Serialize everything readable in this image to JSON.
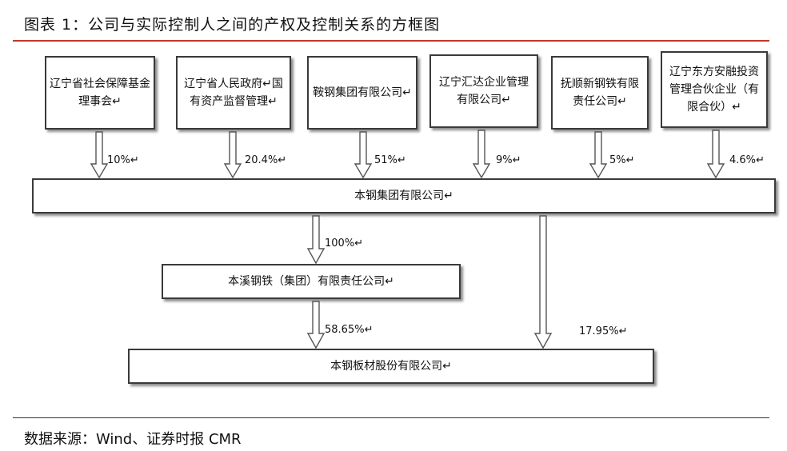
{
  "header": {
    "title": "图表 1：公司与实际控制人之间的产权及控制关系的方框图"
  },
  "shareholders": [
    {
      "name": "辽宁省社会保障基金理事会↵",
      "pct": "10%↵"
    },
    {
      "name": "辽宁省人民政府↵国有资产监督管理↵",
      "pct": "20.4%↵"
    },
    {
      "name": "鞍钢集团有限公司↵",
      "pct": "51%↵"
    },
    {
      "name": "辽宁汇达企业管理有限公司↵",
      "pct": "9%↵"
    },
    {
      "name": "抚顺新钢铁有限责任公司↵",
      "pct": "5%↵"
    },
    {
      "name": "辽宁东方安融投资管理合伙企业（有限合伙）↵",
      "pct": "4.6%↵"
    }
  ],
  "group": {
    "name": "本钢集团有限公司↵"
  },
  "subsidiary": {
    "name": "本溪钢铁（集团）有限责任公司↵",
    "pct_from_group": "100%↵"
  },
  "listed": {
    "name": "本钢板材股份有限公司↵",
    "pct_from_subsidiary": "58.65%↵",
    "pct_direct": "17.95%↵"
  },
  "footer": {
    "source": "数据来源：Wind、证券时报 CMR"
  }
}
